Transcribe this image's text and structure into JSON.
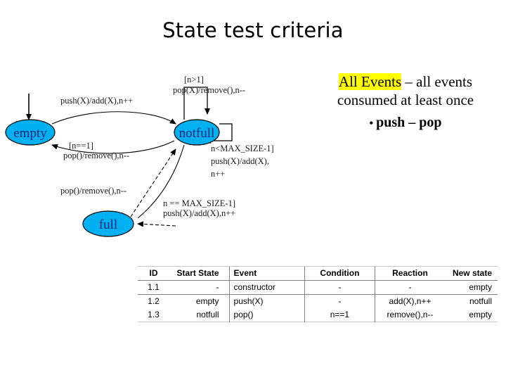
{
  "slide": {
    "title": "State test criteria"
  },
  "diagram": {
    "states": [
      {
        "id": "empty",
        "label": "empty"
      },
      {
        "id": "notfull",
        "label": "notfull"
      },
      {
        "id": "full",
        "label": "full"
      }
    ],
    "transitions": [
      {
        "id": "empty-to-notfull",
        "guard": "",
        "action": "push(X)/add(X),n++"
      },
      {
        "id": "notfull-self-pop",
        "guard": "[n>1]",
        "action": "pop(X)/remove(),n--"
      },
      {
        "id": "notfull-to-empty",
        "guard": "[n==1]",
        "action": "pop()/remove(),n--"
      },
      {
        "id": "notfull-self-push",
        "guard": "n<MAX_SIZE-1]",
        "action": "push(X)/add(X),",
        "action2": "n++"
      },
      {
        "id": "notfull-to-full",
        "guard": "n == MAX_SIZE-1]",
        "action": "push(X)/add(X),n++"
      },
      {
        "id": "full-to-notfull",
        "guard": "",
        "action": "pop()/remove(),n--"
      }
    ],
    "colors": {
      "state_fill": "#00B0F0",
      "state_stroke": "#000000",
      "state_text": "#16257A",
      "edge": "#000000"
    }
  },
  "events_note": {
    "highlighted": "All Events",
    "rest": " – all events consumed at least once",
    "bullet_marker": "•",
    "bullet_text": "push – pop",
    "highlight_color": "#FFFF00"
  },
  "table": {
    "headers": [
      "ID",
      "Start State",
      "Event",
      "Condition",
      "Reaction",
      "New state"
    ],
    "rows": [
      {
        "id": "1.1",
        "start_state": "-",
        "event": "constructor",
        "condition": "-",
        "reaction": "-",
        "new_state": "empty"
      },
      {
        "id": "1.2",
        "start_state": "empty",
        "event": "push(X)",
        "condition": "-",
        "reaction": "add(X),n++",
        "new_state": "notfull"
      },
      {
        "id": "1.3",
        "start_state": "notfull",
        "event": "pop()",
        "condition": "n==1",
        "reaction": "remove(),n--",
        "new_state": "empty"
      }
    ]
  }
}
